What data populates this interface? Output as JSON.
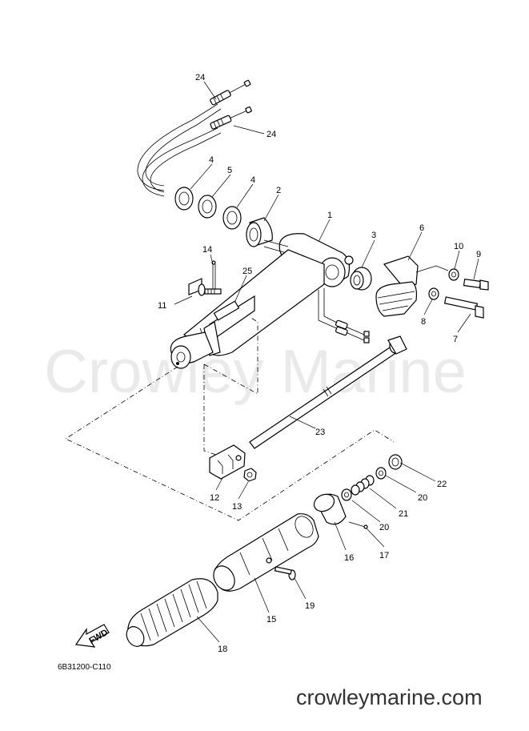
{
  "watermark": "Crowley Marine",
  "footer_url": "crowleymarine.com",
  "diagram_code": "6B31200-C110",
  "fwd_label": "FWD",
  "callouts": {
    "p1": "1",
    "p2": "2",
    "p3": "3",
    "p4a": "4",
    "p4b": "4",
    "p5": "5",
    "p6": "6",
    "p7": "7",
    "p8": "8",
    "p9": "9",
    "p10": "10",
    "p11": "11",
    "p12": "12",
    "p13": "13",
    "p14": "14",
    "p15": "15",
    "p16": "16",
    "p17": "17",
    "p18": "18",
    "p19": "19",
    "p20a": "20",
    "p20b": "20",
    "p21": "21",
    "p22": "22",
    "p23": "23",
    "p24a": "24",
    "p24b": "24",
    "p25": "25"
  }
}
